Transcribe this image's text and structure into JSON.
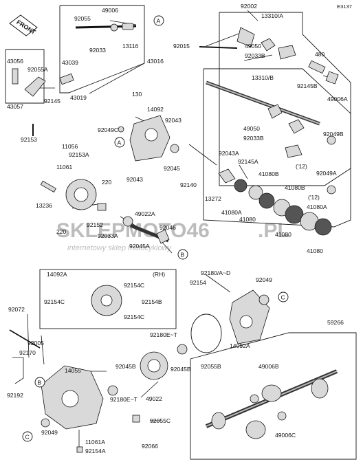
{
  "diagram": {
    "code": "E3137",
    "front_label": "FRONT",
    "rh_label": "(RH)",
    "note_12": "('12)",
    "watermark_main": "SKLEPMOTO46",
    "watermark_domain": ".PL",
    "watermark_sub": "internetowy sklep motocyklowy",
    "ref_marks": {
      "a": "A",
      "b": "B",
      "c": "C"
    },
    "labels": [
      "92002",
      "13310/A",
      "92015",
      "49050",
      "92033B",
      "480",
      "92145B",
      "49006A",
      "13310/B",
      "49050",
      "92033B",
      "92049B",
      "92049A",
      "92055",
      "49006",
      "92033",
      "13116",
      "43056",
      "92055A",
      "43039",
      "43016",
      "43057",
      "92145",
      "43019",
      "130",
      "14092",
      "92049C",
      "92043",
      "11056",
      "92153A",
      "92153",
      "92045",
      "92043",
      "92043A",
      "92145A",
      "92140",
      "13272",
      "41080B",
      "41080A",
      "41080",
      "41080B",
      "41080A",
      "41080",
      "41080",
      "11061",
      "220",
      "13236",
      "92152",
      "220",
      "49022A",
      "92033A",
      "92046",
      "92045A",
      "14092A",
      "92154C",
      "92154C",
      "92154B",
      "92154C",
      "92180/A~D",
      "92154",
      "92049",
      "14092A",
      "92072",
      "92005",
      "92170",
      "92192",
      "14055",
      "92045B",
      "92180E~T",
      "92180E~T",
      "92055B",
      "92045B",
      "49022",
      "92049",
      "92055C",
      "11061A",
      "92154A",
      "92066",
      "59266",
      "49006B",
      "49006C"
    ]
  }
}
